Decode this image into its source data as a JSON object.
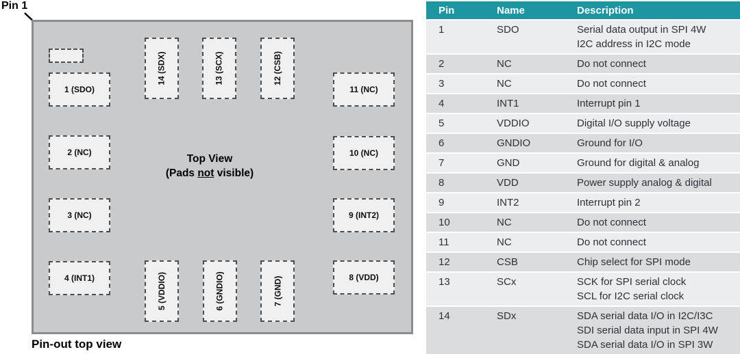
{
  "colors": {
    "table_header_bg": "#1e96a1",
    "row_light": "#ecedef",
    "row_dark": "#dadcdd",
    "chip_fill": "#c9cacc",
    "pad_fill": "#f0f0f0"
  },
  "diagram": {
    "pin1_label": "Pin 1",
    "title_line1": "Top View",
    "pads_pre": "(Pads ",
    "pads_not": "not",
    "pads_post": " visible)",
    "caption": "Pin-out top view",
    "pins": {
      "left": [
        "1 (SDO)",
        "2 (NC)",
        "3 (NC)",
        "4 (INT1)"
      ],
      "right": [
        "11 (NC)",
        "10 (NC)",
        "9 (INT2)",
        "8 (VDD)"
      ],
      "top": [
        "14 (SDX)",
        "13 (SCX)",
        "12 (CSB)"
      ],
      "bottom": [
        "5 (VDDIO)",
        "6 (GNDIO)",
        "7 (GND)"
      ]
    }
  },
  "table": {
    "headers": [
      "Pin",
      "Name",
      "Description"
    ],
    "rows": [
      {
        "pin": "1",
        "name": "SDO",
        "desc": "Serial data output in SPI 4W\nI2C address in I2C mode"
      },
      {
        "pin": "2",
        "name": "NC",
        "desc": "Do not connect"
      },
      {
        "pin": "3",
        "name": "NC",
        "desc": "Do not connect"
      },
      {
        "pin": "4",
        "name": "INT1",
        "desc": "Interrupt pin 1"
      },
      {
        "pin": "5",
        "name": "VDDIO",
        "desc": "Digital I/O supply voltage"
      },
      {
        "pin": "6",
        "name": "GNDIO",
        "desc": "Ground for I/O"
      },
      {
        "pin": "7",
        "name": "GND",
        "desc": "Ground for digital & analog"
      },
      {
        "pin": "8",
        "name": "VDD",
        "desc": "Power supply analog & digital"
      },
      {
        "pin": "9",
        "name": "INT2",
        "desc": "Interrupt pin 2"
      },
      {
        "pin": "10",
        "name": "NC",
        "desc": "Do not connect"
      },
      {
        "pin": "11",
        "name": "NC",
        "desc": "Do not connect"
      },
      {
        "pin": "12",
        "name": "CSB",
        "desc": "Chip select for SPI mode"
      },
      {
        "pin": "13",
        "name": "SCx",
        "desc": "SCK for SPI serial clock\nSCL for I2C serial clock"
      },
      {
        "pin": "14",
        "name": "SDx",
        "desc": "SDA serial data I/O in I2C/I3C\nSDI serial data input in SPI 4W\nSDA serial data I/O in SPI 3W"
      }
    ]
  }
}
